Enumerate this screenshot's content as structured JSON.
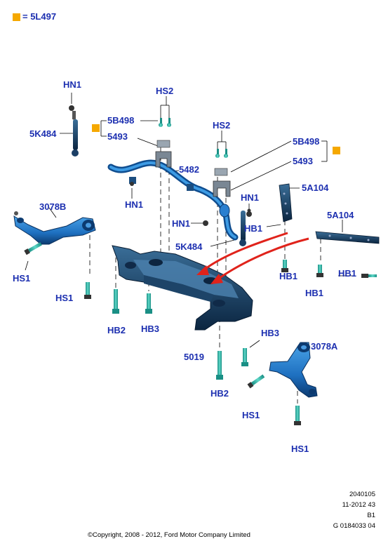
{
  "legend": {
    "color": "#f5a800",
    "text": "= 5L497"
  },
  "labels": {
    "hn1_top": "HN1",
    "hs2_top": "HS2",
    "hs2_right": "HS2",
    "fiveb498_left": "5B498",
    "fiveb498_right": "5B498",
    "five493_left": "5493",
    "five493_right": "5493",
    "fivek484_left": "5K484",
    "fivek484_mid": "5K484",
    "five482": "5482",
    "hn1_left": "HN1",
    "hn1_right": "HN1",
    "hn1_mid": "HN1",
    "three078b": "3078B",
    "fivea104_top": "5A104",
    "fivea104_right": "5A104",
    "hb1_a": "HB1",
    "hb1_b": "HB1",
    "hb1_c": "HB1",
    "hb1_d": "HB1",
    "hs1_left": "HS1",
    "hs1_mid": "HS1",
    "hs1_right": "HS1",
    "hs1_bottom": "HS1",
    "hb2_left": "HB2",
    "hb3_left": "HB3",
    "hb3_right": "HB3",
    "five019": "5019",
    "hb2_bottom": "HB2",
    "three078a": "3078A"
  },
  "footer": {
    "code1": "2040105",
    "code2": "11-2012 43",
    "code3": "B1",
    "code4": "G 0184033 04",
    "copyright": "©Copyright, 2008 - 2012, Ford Motor Company Limited"
  },
  "colors": {
    "label": "#1c2fb0",
    "part": "#1e78c8",
    "part_dark": "#0e3f78",
    "arrow": "#e0231b",
    "fastener": "#2fb8a8"
  }
}
